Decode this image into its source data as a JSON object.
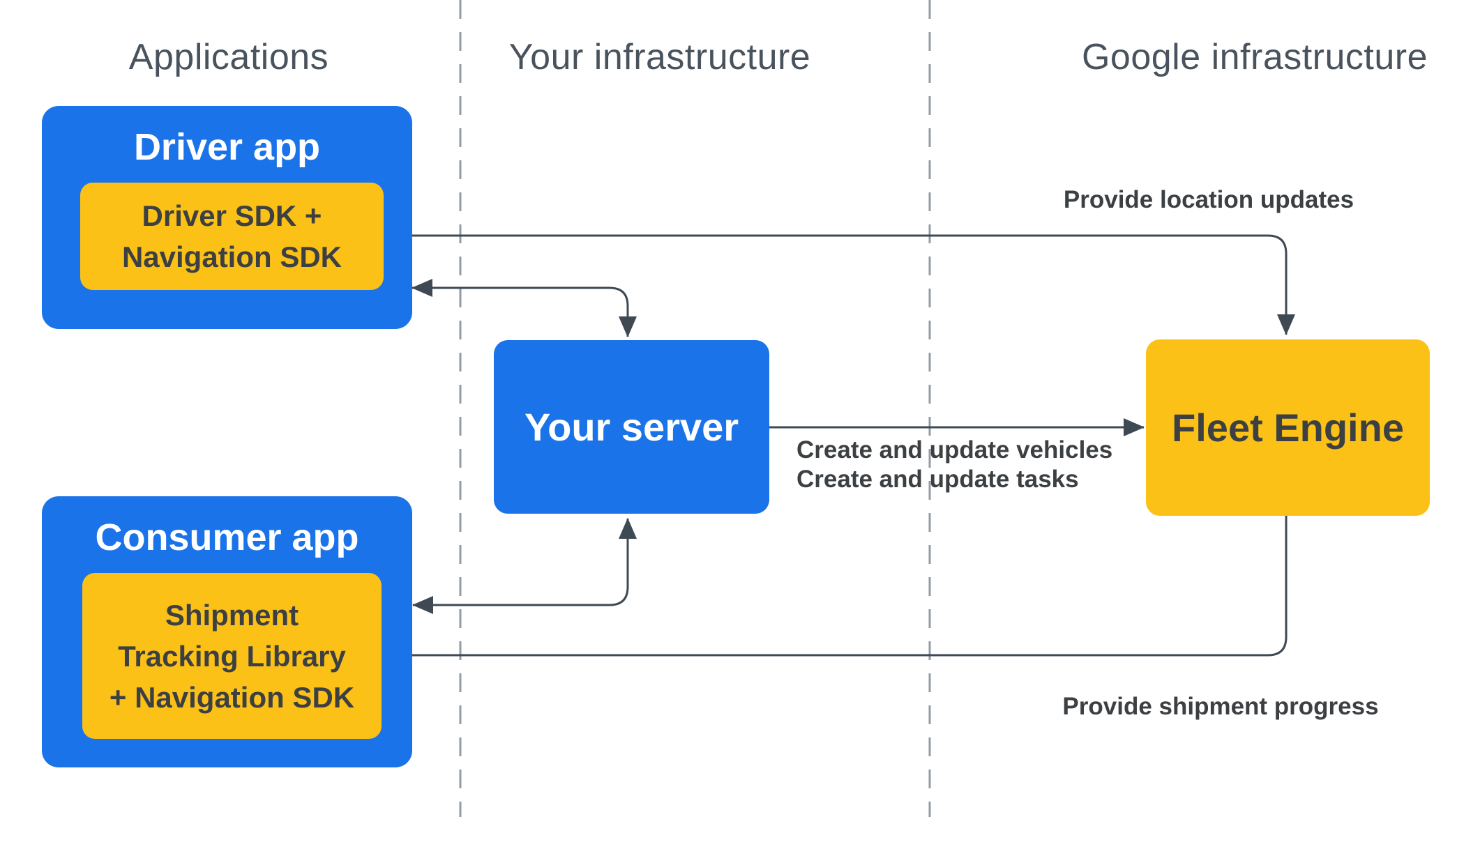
{
  "lanes": {
    "applications": "Applications",
    "your_infrastructure": "Your infrastructure",
    "google_infrastructure": "Google infrastructure"
  },
  "nodes": {
    "driver_app": {
      "title": "Driver app",
      "sdk_line1": "Driver SDK +",
      "sdk_line2": "Navigation SDK"
    },
    "consumer_app": {
      "title": "Consumer app",
      "sdk_line1": "Shipment",
      "sdk_line2": "Tracking Library",
      "sdk_line3": "+ Navigation SDK"
    },
    "your_server": {
      "title": "Your server"
    },
    "fleet_engine": {
      "title": "Fleet Engine"
    }
  },
  "edges": {
    "location_updates": {
      "label": "Provide location updates"
    },
    "server_to_fleet": {
      "label_line1": "Create and update vehicles",
      "label_line2": "Create and update tasks"
    },
    "shipment_progress": {
      "label": "Provide shipment progress"
    }
  },
  "colors": {
    "blue": "#1a73e8",
    "yellow": "#fcc117",
    "arrow": "#3e4954",
    "heading": "#49535e",
    "label": "#3c4043",
    "dashed": "#939ba3"
  }
}
